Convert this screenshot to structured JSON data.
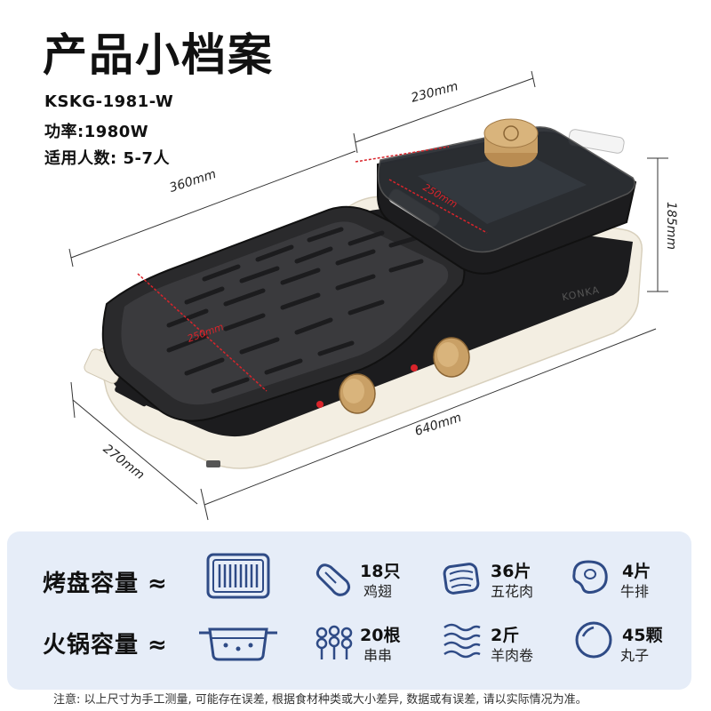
{
  "title": "产品小档案",
  "specs": {
    "model": "KSKG-1981-W",
    "power": "功率:1980W",
    "people": "适用人数: 5-7人"
  },
  "dimensions": {
    "pot_width": "230mm",
    "pot_height": "185mm",
    "pot_inner": "250mm",
    "grill_width": "360mm",
    "grill_inner": "250mm",
    "total_length": "640mm",
    "total_depth": "270mm"
  },
  "brand": "KONKA",
  "capacity": {
    "grill": {
      "label": "烤盘容量 ≈",
      "items": [
        {
          "qty": "18只",
          "name": "鸡翅",
          "icon": "chicken-wing-icon"
        },
        {
          "qty": "36片",
          "name": "五花肉",
          "icon": "pork-belly-icon"
        },
        {
          "qty": "4片",
          "name": "牛排",
          "icon": "steak-icon"
        }
      ]
    },
    "hotpot": {
      "label": "火锅容量 ≈",
      "items": [
        {
          "qty": "20根",
          "name": "串串",
          "icon": "skewers-icon"
        },
        {
          "qty": "2斤",
          "name": "羊肉卷",
          "icon": "mutton-roll-icon"
        },
        {
          "qty": "45颗",
          "name": "丸子",
          "icon": "meatball-icon"
        }
      ]
    }
  },
  "note": "注意: 以上尺寸为手工测量, 可能存在误差, 根据食材种类或大小差异, 数据或有误差, 请以实际情况为准。",
  "colors": {
    "icon_blue": "#2f4b86",
    "panel_bg": "#e6edf8",
    "body_cream": "#f3eee2",
    "grill_black": "#1c1c1e",
    "knob_gold": "#c9a066",
    "dim_red": "#d9242b"
  }
}
